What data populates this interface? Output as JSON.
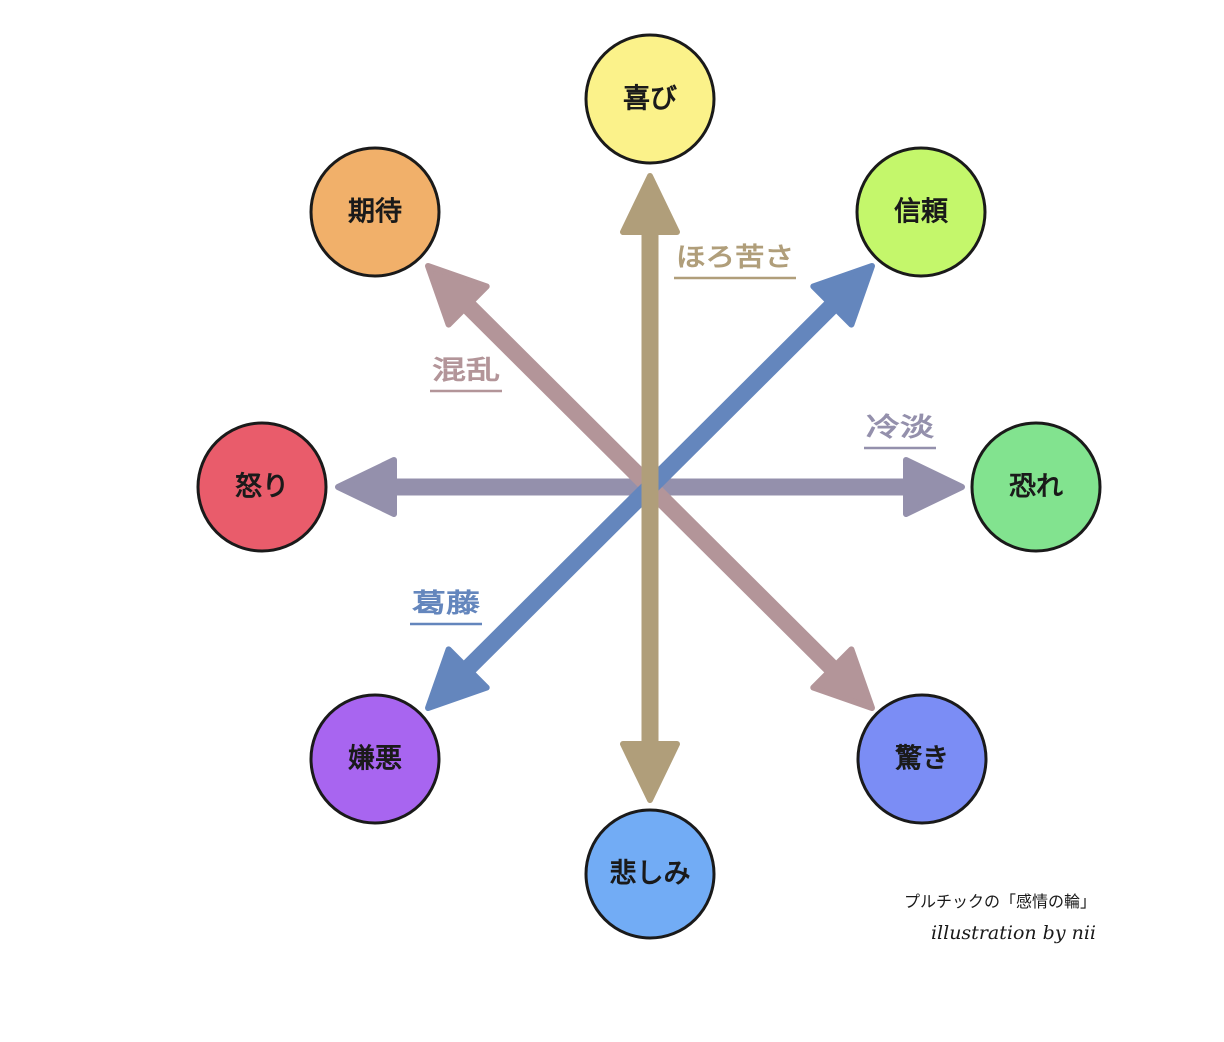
{
  "emotions": [
    {
      "id": "joy",
      "label": "喜び",
      "color": "#fbf28a"
    },
    {
      "id": "trust",
      "label": "信頼",
      "color": "#c4f76b"
    },
    {
      "id": "fear",
      "label": "恐れ",
      "color": "#82e38f"
    },
    {
      "id": "surprise",
      "label": "驚き",
      "color": "#7b8df5"
    },
    {
      "id": "sadness",
      "label": "悲しみ",
      "color": "#72acf5"
    },
    {
      "id": "disgust",
      "label": "嫌悪",
      "color": "#a865f0"
    },
    {
      "id": "anger",
      "label": "怒り",
      "color": "#e95c6b"
    },
    {
      "id": "anticipation",
      "label": "期待",
      "color": "#f1b06a"
    }
  ],
  "axes": [
    {
      "id": "bittersweet",
      "label": "ほろ苦さ",
      "color": "#b09e7a"
    },
    {
      "id": "confusion",
      "label": "混乱",
      "color": "#b39599"
    },
    {
      "id": "indifference",
      "label": "冷淡",
      "color": "#9490ac"
    },
    {
      "id": "conflict",
      "label": "葛藤",
      "color": "#6486bd"
    }
  ],
  "caption": {
    "title": "プルチックの「感情の輪」",
    "credit": "illustration by nii"
  }
}
